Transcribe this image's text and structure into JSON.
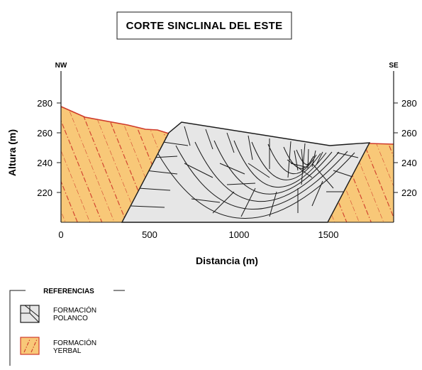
{
  "title": "CORTE SINCLINAL DEL ESTE",
  "directions": {
    "left": "NW",
    "right": "SE"
  },
  "y_axis": {
    "label": "Altura (m)",
    "ticks": [
      "280",
      "260",
      "240",
      "220"
    ]
  },
  "x_axis": {
    "label": "Distancia (m)",
    "ticks": [
      "0",
      "500",
      "1000",
      "1500"
    ]
  },
  "legend": {
    "title": "REFERENCIAS",
    "items": [
      {
        "line1": "FORMACIÓN",
        "line2": "POLANCO",
        "color": "#e6e6e6"
      },
      {
        "line1": "FORMACIÓN",
        "line2": "YERBAL",
        "color": "#f8c878"
      }
    ]
  },
  "colors": {
    "yerbal_fill": "#f8c878",
    "yerbal_outline": "#cf3a2a",
    "polanco_fill": "#e6e6e6",
    "lines": "#1a1a1a"
  }
}
